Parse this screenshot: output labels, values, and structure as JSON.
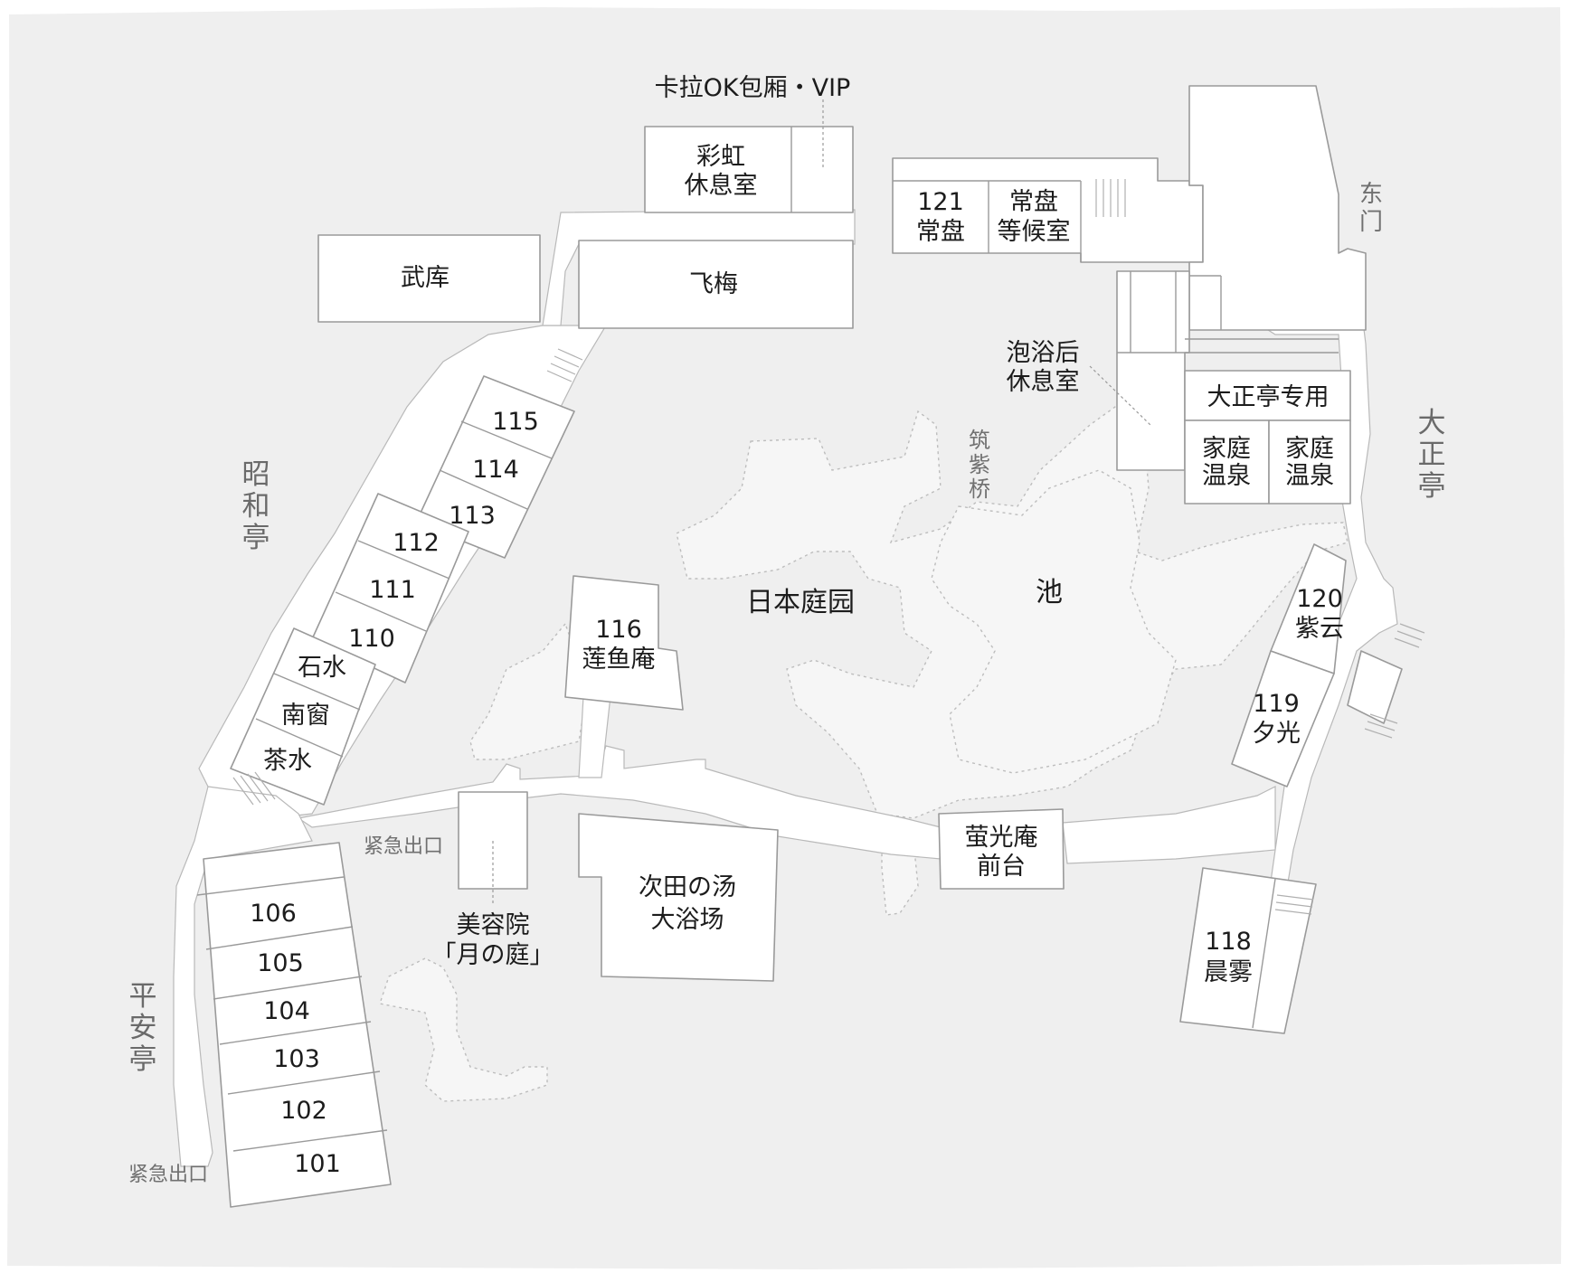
{
  "map": {
    "background": "#efefef",
    "room_fill": "#ffffff",
    "garden_fill": "#f6f6f6",
    "wings": {
      "showa": "昭和亭",
      "heian": "平安亭",
      "taisho": "大正亭",
      "east_gate": "东门"
    },
    "areas": {
      "garden": "日本庭园",
      "pond": "池",
      "bridge": "筑紫桥"
    },
    "exits": {
      "emergency_1": "紧急出口",
      "emergency_2": "紧急出口"
    },
    "facilities": {
      "karaoke": "卡拉OK包厢・VIP",
      "rainbow_lounge_1": "彩虹",
      "rainbow_lounge_2": "休息室",
      "armory": "武库",
      "feimei": "飞梅",
      "tokiwa_121_num": "121",
      "tokiwa_121_name": "常盘",
      "tokiwa_wait_1": "常盘",
      "tokiwa_wait_2": "等候室",
      "after_bath_1": "泡浴后",
      "after_bath_2": "休息室",
      "taisho_only": "大正亭专用",
      "family_bath_a_1": "家庭",
      "family_bath_a_2": "温泉",
      "family_bath_b_1": "家庭",
      "family_bath_b_2": "温泉",
      "salon_1": "美容院",
      "salon_2": "「月の庭」",
      "big_bath_1": "次田の汤",
      "big_bath_2": "大浴场",
      "front_desk_1": "萤光庵",
      "front_desk_2": "前台",
      "room116_num": "116",
      "room116_name": "莲鱼庵"
    },
    "showa_rooms": [
      "115",
      "114",
      "113",
      "112",
      "111",
      "110",
      "石水",
      "南窗",
      "茶水"
    ],
    "heian_rooms": [
      "106",
      "105",
      "104",
      "103",
      "102",
      "101"
    ],
    "taisho_rooms": {
      "r120_num": "120",
      "r120_name": "紫云",
      "r119_num": "119",
      "r119_name": "夕光",
      "r118_num": "118",
      "r118_name": "晨雾"
    }
  }
}
